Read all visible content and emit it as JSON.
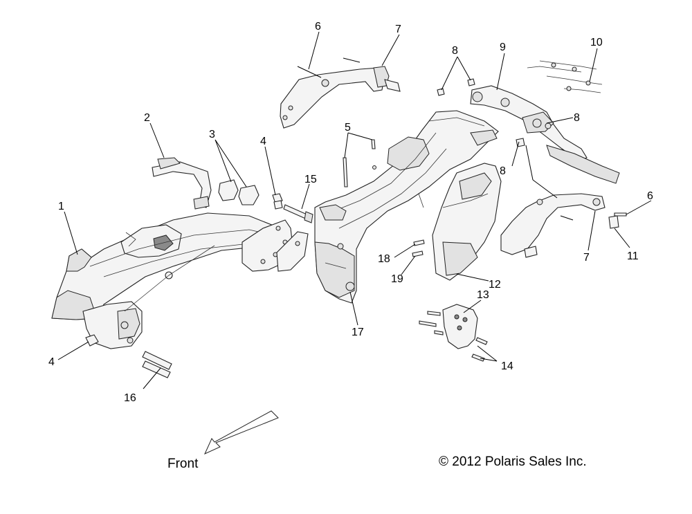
{
  "callouts": [
    "1",
    "2",
    "3",
    "4",
    "4",
    "5",
    "6",
    "6",
    "7",
    "7",
    "8",
    "8",
    "8",
    "9",
    "10",
    "11",
    "12",
    "13",
    "14",
    "15",
    "16",
    "17",
    "18",
    "19"
  ],
  "front_label": "Front",
  "copyright": "© 2012 Polaris Sales Inc."
}
